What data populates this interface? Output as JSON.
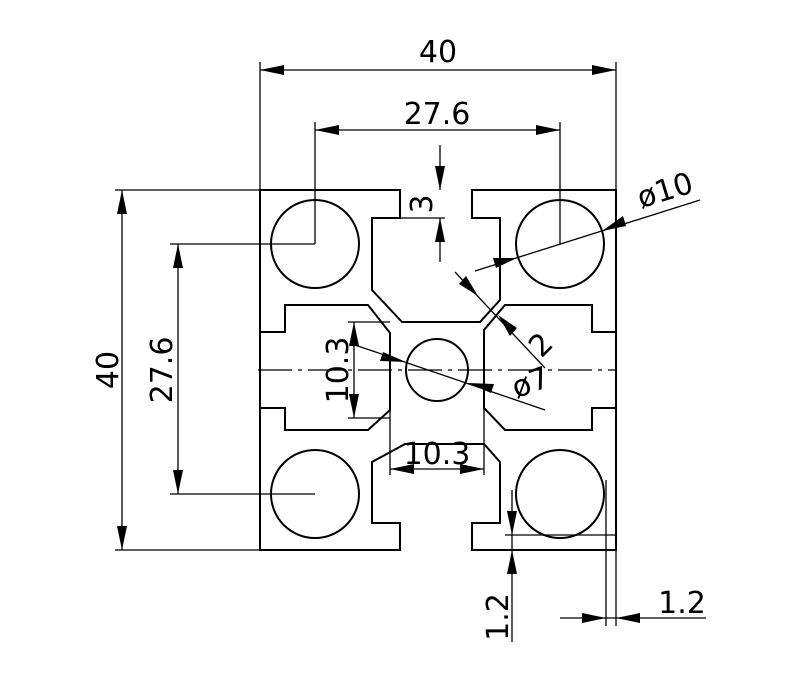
{
  "dimensions": {
    "overall_width": "40",
    "overall_height": "40",
    "hole_spacing_horizontal": "27.6",
    "hole_spacing_vertical": "27.6",
    "slot_depth": "3",
    "corner_hole_diameter": "ø10",
    "center_bore_diameter": "ø7",
    "chamfer": "2",
    "core_width": "10.3",
    "core_height": "10.3",
    "wall_thickness_bottom": "1.2",
    "wall_thickness_right": "1.2"
  }
}
